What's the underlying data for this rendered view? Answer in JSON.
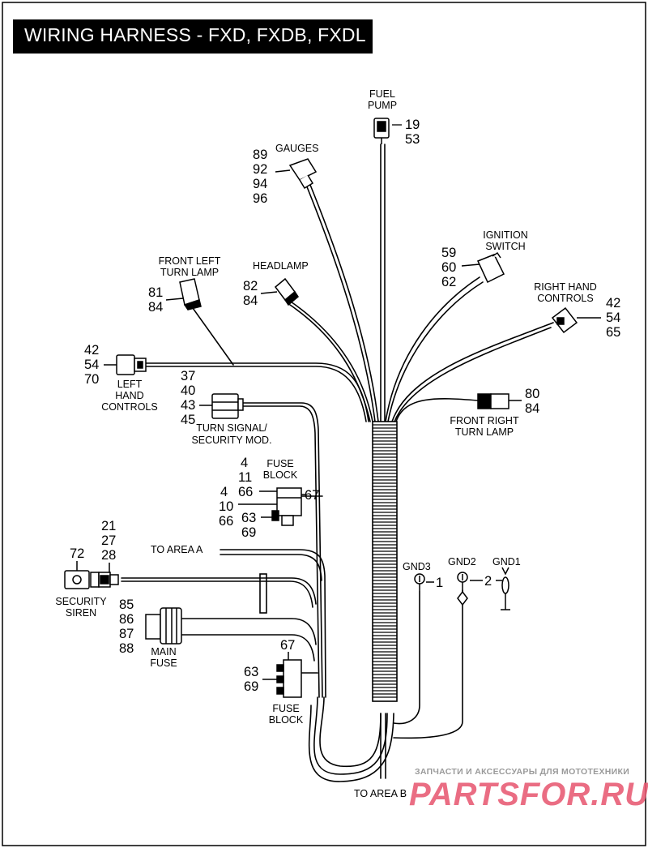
{
  "title": "WIRING HARNESS - FXD, FXDB, FXDL",
  "components": {
    "fuel_pump": {
      "label": [
        "FUEL",
        "PUMP"
      ],
      "refs": [
        "19",
        "53"
      ]
    },
    "gauges": {
      "label": [
        "GAUGES"
      ],
      "refs": [
        "89",
        "92",
        "94",
        "96"
      ]
    },
    "ignition_switch": {
      "label": [
        "IGNITION",
        "SWITCH"
      ],
      "refs": [
        "59",
        "60",
        "62"
      ]
    },
    "front_left_turn_lamp": {
      "label": [
        "FRONT LEFT",
        "TURN LAMP"
      ],
      "refs": [
        "81",
        "84"
      ]
    },
    "headlamp": {
      "label": [
        "HEADLAMP"
      ],
      "refs": [
        "82",
        "84"
      ]
    },
    "right_hand_controls": {
      "label": [
        "RIGHT HAND",
        "CONTROLS"
      ],
      "refs": [
        "42",
        "54",
        "65"
      ]
    },
    "left_hand_controls": {
      "label": [
        "LEFT",
        "HAND",
        "CONTROLS"
      ],
      "refs": [
        "42",
        "54",
        "70"
      ]
    },
    "turn_signal_module": {
      "label": [
        "TURN SIGNAL/",
        "SECURITY MOD."
      ],
      "refs": [
        "37",
        "40",
        "43",
        "45"
      ]
    },
    "front_right_turn_lamp": {
      "label": [
        "FRONT RIGHT",
        "TURN LAMP"
      ],
      "refs": [
        "80",
        "84"
      ]
    },
    "fuse_block_upper": {
      "label": [
        "FUSE",
        "BLOCK"
      ],
      "refs_top": [
        "4",
        "11",
        "66"
      ],
      "refs_mid": [
        "4",
        "10",
        "66"
      ],
      "refs_right": [
        "67"
      ],
      "refs_bottom": [
        "63",
        "69"
      ]
    },
    "to_area_a": {
      "label": [
        "TO AREA A"
      ]
    },
    "security_siren": {
      "label": [
        "SECURITY",
        "SIREN"
      ],
      "refs_left": [
        "72"
      ],
      "refs_top": [
        "21",
        "27",
        "28"
      ]
    },
    "main_fuse": {
      "label": [
        "MAIN",
        "FUSE"
      ],
      "refs": [
        "85",
        "86",
        "87",
        "88"
      ]
    },
    "fuse_block_lower": {
      "label": [
        "FUSE",
        "BLOCK"
      ],
      "refs_top": [
        "67"
      ],
      "refs_left": [
        "63",
        "69"
      ]
    },
    "grounds": {
      "labels": [
        "GND3",
        "GND2",
        "GND1"
      ],
      "refs": [
        "1",
        "2"
      ]
    },
    "to_area_b": {
      "label": [
        "TO AREA B"
      ]
    }
  },
  "watermark": {
    "caption": "ЗАПЧАСТИ И АКСЕССУАРЫ ДЛЯ МОТОТЕХНИКИ",
    "brand": "PARTSFOR.RU"
  }
}
